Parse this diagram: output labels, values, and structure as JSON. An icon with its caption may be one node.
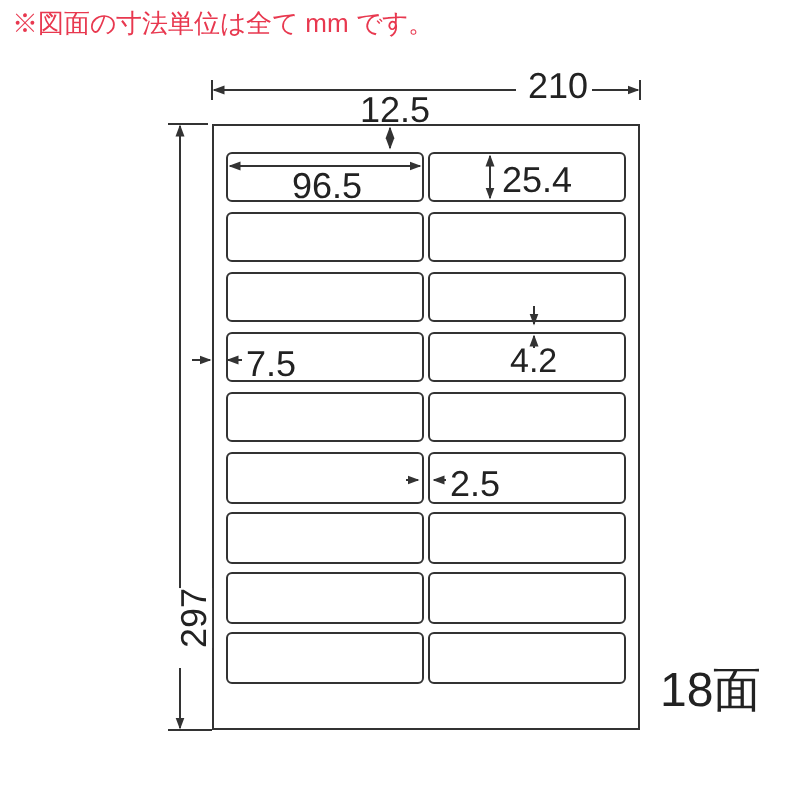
{
  "diagram": {
    "nodes": [
      {
        "text": [],
        "shape": "box"
      },
      {
        "text": [],
        "shape": "box",
        "in": 0
      },
      {
        "text": [],
        "shape": "box",
        "in": 0
      },
      {
        "text": [],
        "shape": "box",
        "in": 0
      },
      {
        "text": [],
        "shape": "box",
        "in": 0
      },
      {
        "text": [],
        "shape": "box",
        "in": 0
      },
      {
        "text": [],
        "shape": "box",
        "in": 0
      },
      {
        "text": [],
        "shape": "box",
        "in": 0
      },
      {
        "text": [],
        "shape": "box",
        "in": 0
      },
      {
        "text": [],
        "shape": "box",
        "in": 0
      },
      {
        "text": [],
        "shape": "box",
        "in": 0
      },
      {
        "text": [],
        "shape": "box",
        "in": 0
      },
      {
        "text": [],
        "shape": "box",
        "in": 0
      },
      {
        "text": [],
        "shape": "box",
        "in": 0
      },
      {
        "text": [],
        "shape": "box",
        "in": 0
      },
      {
        "text": [],
        "shape": "box",
        "in": 0
      },
      {
        "text": [],
        "shape": "box",
        "in": 0
      },
      {
        "text": [],
        "shape": "box",
        "in": 0
      },
      {
        "text": [],
        "shape": "box",
        "in": 0
      }
    ],
    "labels": [
      "※図面の寸法単位は全て mm です。",
      "210",
      "12.5",
      "96.5",
      "25.4",
      "7.5",
      "4.2",
      "2.5",
      "297",
      "18面"
    ]
  }
}
